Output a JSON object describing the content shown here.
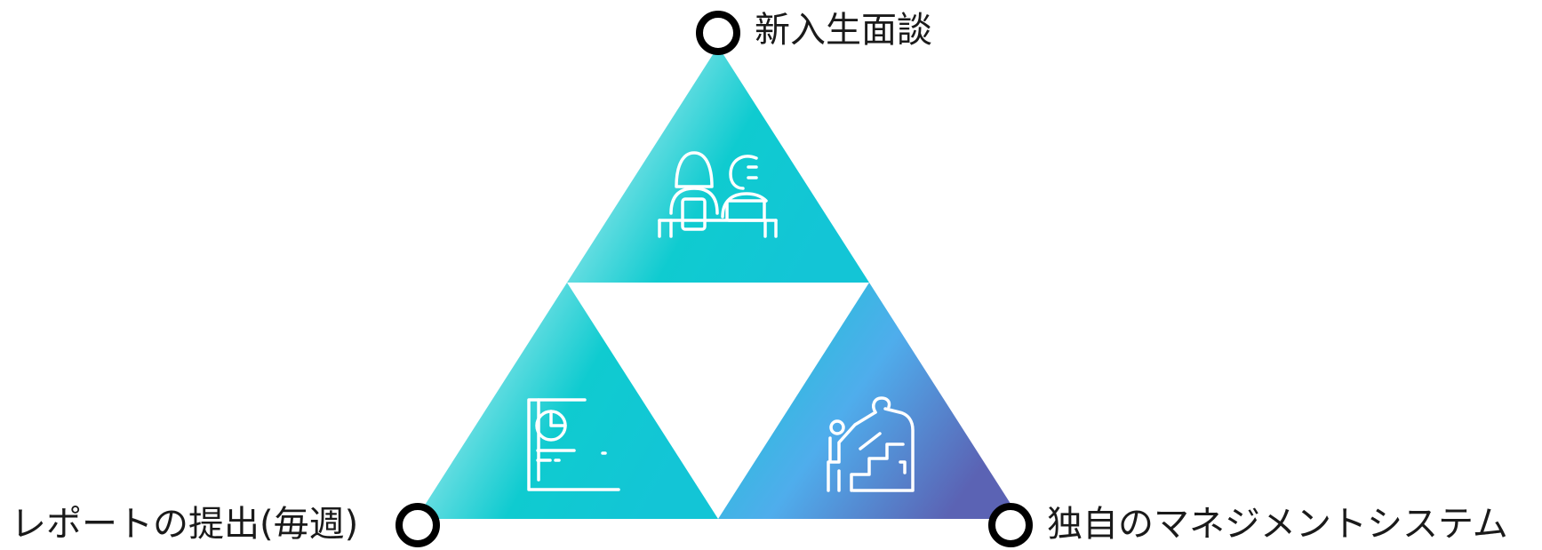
{
  "labels": {
    "top": "新入生面談",
    "bottom_left": "レポートの提出(毎週)",
    "bottom_right": "独自のマネジメントシステム"
  },
  "icons": {
    "top": "interview-meeting-icon",
    "bottom_left": "report-document-icon",
    "bottom_right": "mountain-climbing-icon"
  },
  "colors": {
    "light": "#d2f4f7",
    "teal": "#0fcbd0",
    "sky": "#4fadec",
    "indigo": "#5b63b4",
    "node_stroke": "#000000",
    "icon_stroke": "#ffffff"
  }
}
